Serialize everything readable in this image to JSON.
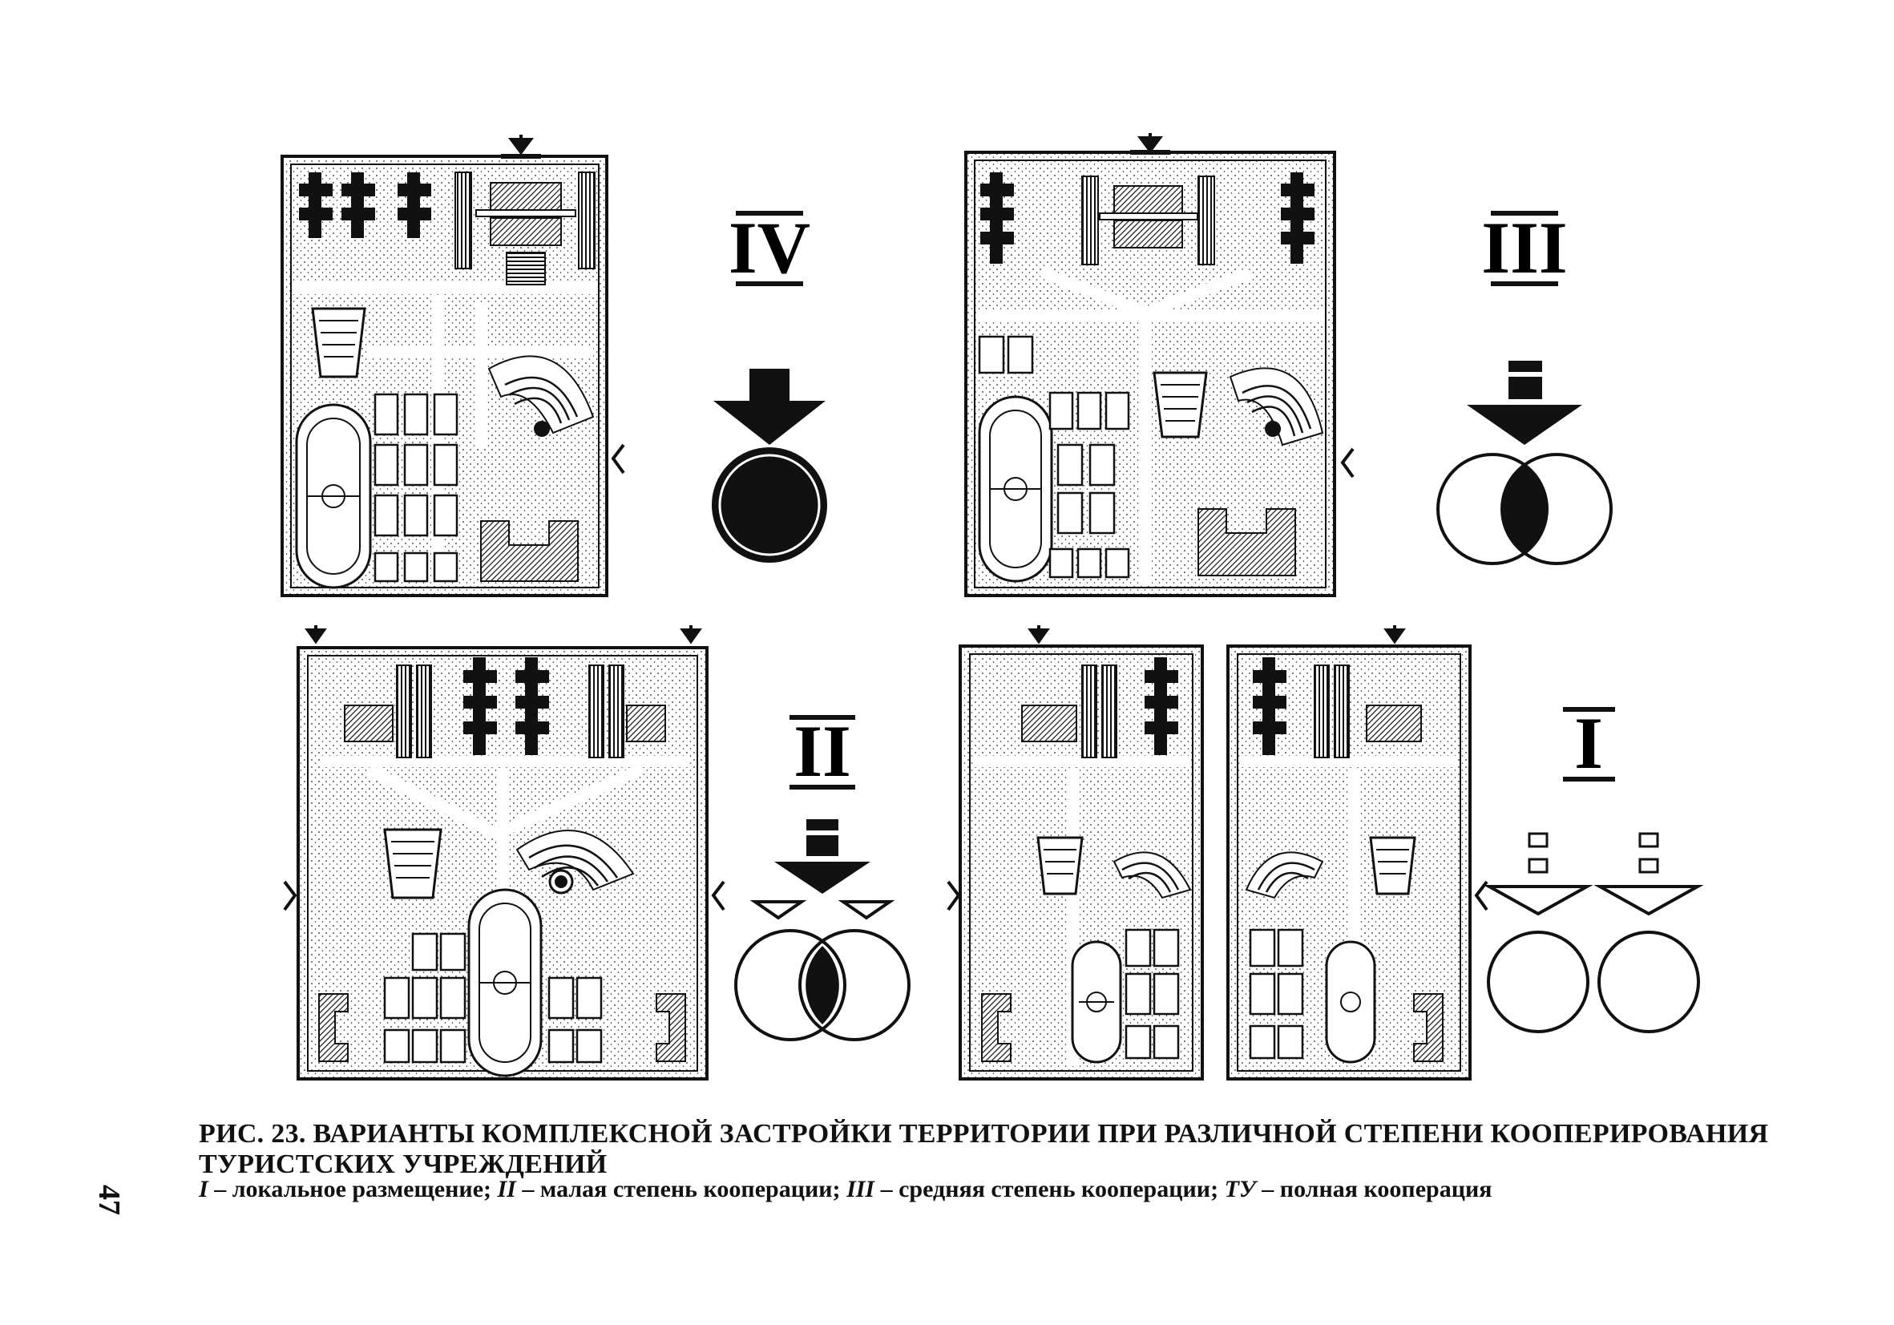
{
  "figure": {
    "variants": [
      {
        "numeral": "IV"
      },
      {
        "numeral": "III"
      },
      {
        "numeral": "II"
      },
      {
        "numeral": "I"
      }
    ]
  },
  "caption": {
    "title": "РИС. 23. ВАРИАНТЫ КОМПЛЕКСНОЙ ЗАСТРОЙКИ ТЕРРИТОРИИ ПРИ РАЗЛИЧНОЙ СТЕПЕНИ КООПЕРИРОВАНИЯ ТУРИСТСКИХ УЧРЕЖДЕНИЙ",
    "legend": [
      {
        "numeral": "I",
        "text": " – локальное размещение; "
      },
      {
        "numeral": "II",
        "text": " – малая степень кооперации; "
      },
      {
        "numeral": "III",
        "text": " – средняя степень кооперации; "
      },
      {
        "numeral": "ТУ",
        "text": " – полная кооперация"
      }
    ]
  },
  "page_number": "47"
}
